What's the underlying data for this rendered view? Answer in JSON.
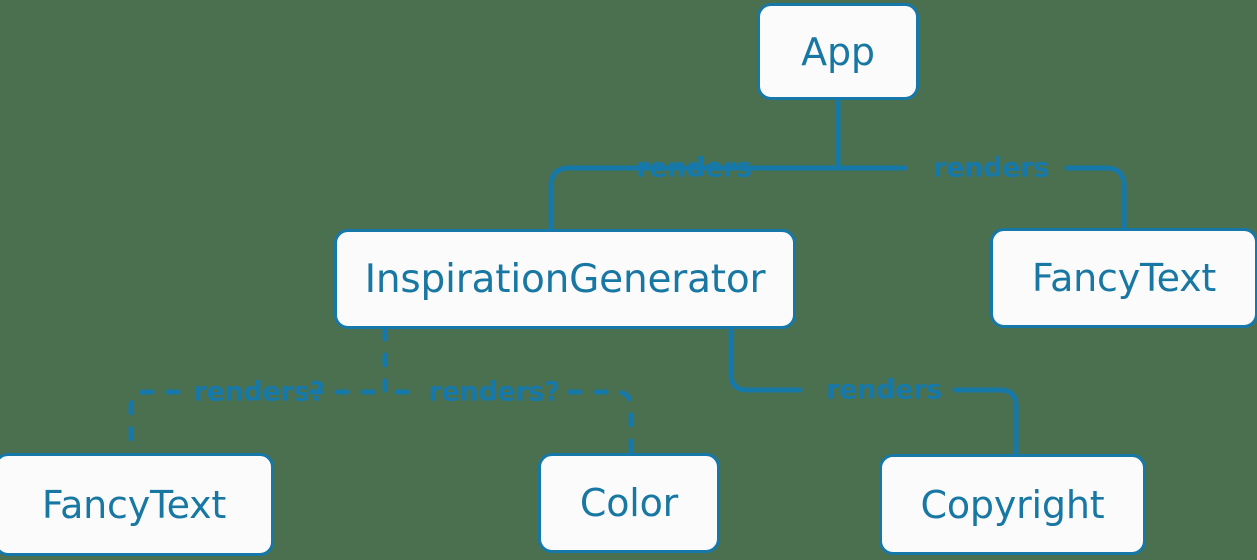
{
  "diagram": {
    "type": "component-tree",
    "background_color": "#4a7050",
    "line_color": "#1678a8",
    "node_fill_color": "#fbfbfb",
    "node_border_color": "#1678a8",
    "node_text_color": "#1878a3",
    "nodes": [
      {
        "id": "app",
        "label": "App"
      },
      {
        "id": "inspgen",
        "label": "InspirationGenerator"
      },
      {
        "id": "fancy_right",
        "label": "FancyText"
      },
      {
        "id": "fancy_left",
        "label": "FancyText"
      },
      {
        "id": "color",
        "label": "Color"
      },
      {
        "id": "copyright",
        "label": "Copyright"
      }
    ],
    "edges": [
      {
        "id": "app-inspgen",
        "from": "app",
        "to": "inspgen",
        "label": "renders",
        "style": "solid"
      },
      {
        "id": "app-fancy-right",
        "from": "app",
        "to": "fancy_right",
        "label": "renders",
        "style": "solid"
      },
      {
        "id": "inspgen-fancy-left",
        "from": "inspgen",
        "to": "fancy_left",
        "label": "renders?",
        "style": "dashed"
      },
      {
        "id": "inspgen-color",
        "from": "inspgen",
        "to": "color",
        "label": "renders?",
        "style": "dashed"
      },
      {
        "id": "inspgen-copyright",
        "from": "inspgen",
        "to": "copyright",
        "label": "renders",
        "style": "solid"
      }
    ]
  }
}
